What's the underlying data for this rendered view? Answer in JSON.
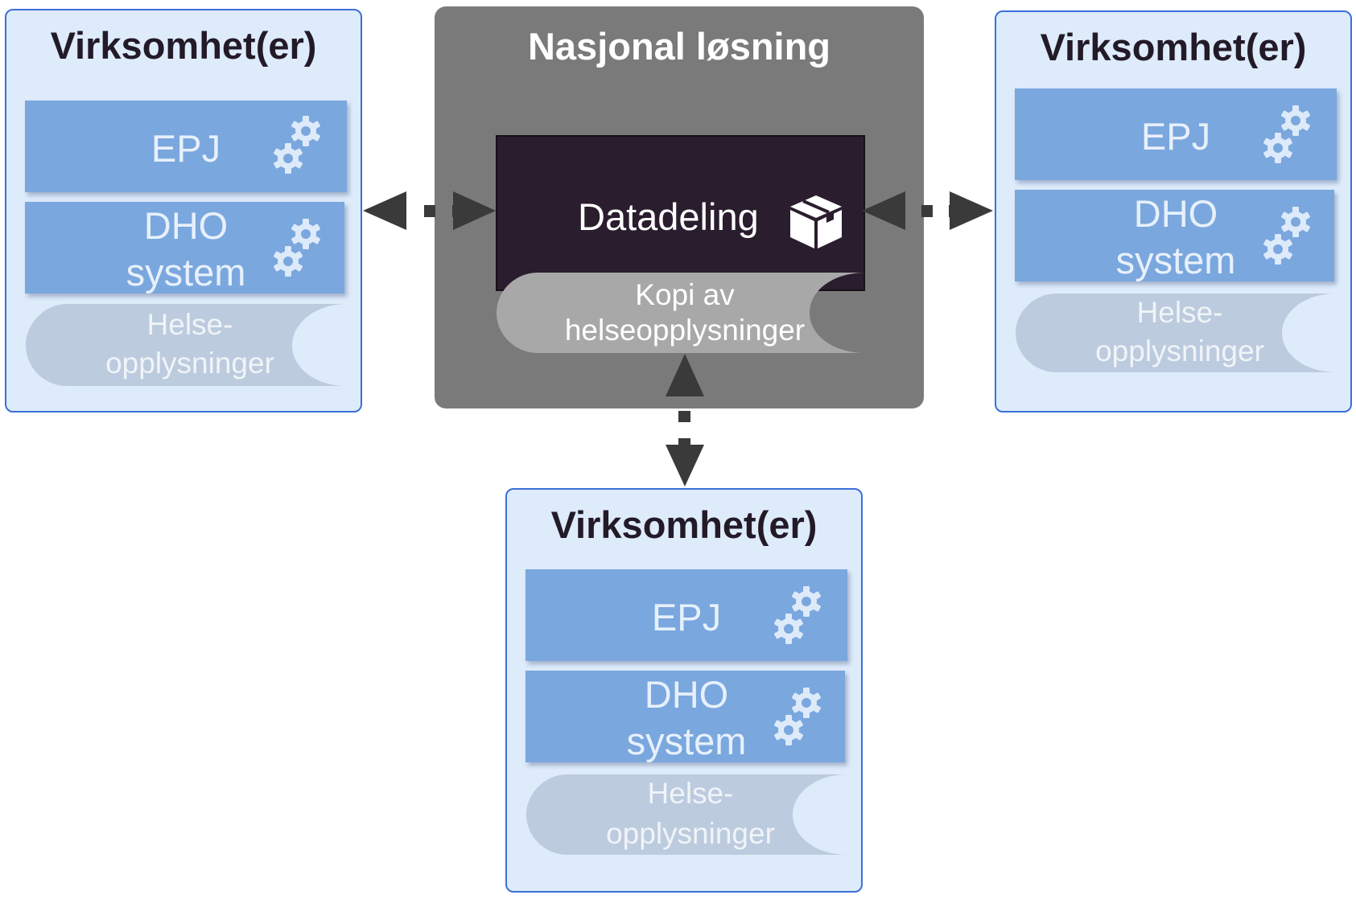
{
  "national": {
    "title": "Nasjonal løsning",
    "datadeling": {
      "label": "Datadeling",
      "icon": "package-icon"
    },
    "copy_store": {
      "line1": "Kopi av",
      "line2": "helseopplysninger"
    }
  },
  "organizations": [
    {
      "title": "Virksomhet(er)",
      "epj": "EPJ",
      "dho_line1": "DHO",
      "dho_line2": "system",
      "store_line1": "Helse-",
      "store_line2": "opplysninger"
    },
    {
      "title": "Virksomhet(er)",
      "epj": "EPJ",
      "dho_line1": "DHO",
      "dho_line2": "system",
      "store_line1": "Helse-",
      "store_line2": "opplysninger"
    },
    {
      "title": "Virksomhet(er)",
      "epj": "EPJ",
      "dho_line1": "DHO",
      "dho_line2": "system",
      "store_line1": "Helse-",
      "store_line2": "opplysninger"
    }
  ],
  "colors": {
    "org_fill": "#deebfb",
    "org_border": "#3c6fd8",
    "system_fill": "#7aa7de",
    "national_fill": "#7a7a7a",
    "datadeling_fill": "#2a1d2d",
    "arrow": "#3a3a3a"
  }
}
